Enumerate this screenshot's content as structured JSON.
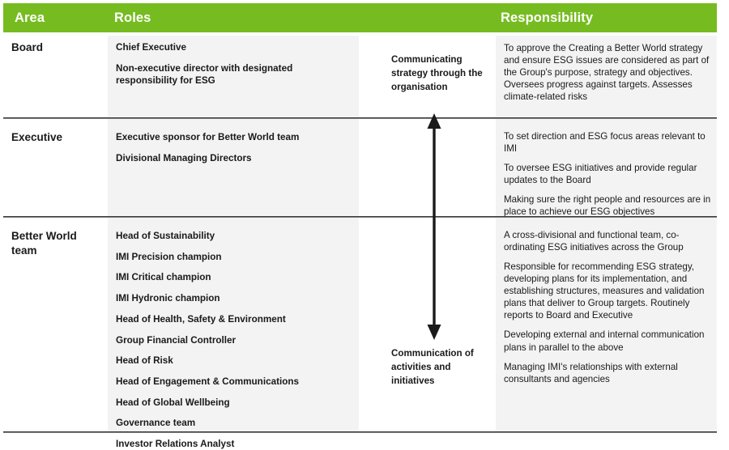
{
  "theme": {
    "header_green": "#76bc21",
    "cell_gray": "#f3f3f3",
    "rule_dark": "#3a3a3a",
    "text": "#1a1a1a",
    "header_text": "#ffffff"
  },
  "header": {
    "area": "Area",
    "roles": "Roles",
    "responsibility": "Responsibility"
  },
  "flow": {
    "top_label": "Communicating strategy through the organisation",
    "bottom_label": "Communication of activities and initiatives",
    "arrow_icon": "double-headed-vertical-arrow-icon"
  },
  "rows": [
    {
      "area": "Board",
      "roles": [
        "Chief Executive",
        "Non-executive director with designated responsibility for ESG"
      ],
      "responsibilities": [
        "To approve the Creating a Better World strategy and ensure ESG issues are considered as part of the Group's purpose, strategy and objectives. Oversees progress against targets. Assesses climate-related risks"
      ]
    },
    {
      "area": "Executive",
      "roles": [
        "Executive sponsor for Better World team",
        "Divisional Managing Directors"
      ],
      "responsibilities": [
        "To set direction and ESG focus areas relevant to IMI",
        "To oversee ESG initiatives and provide regular updates to the Board",
        "Making sure the right people and resources are in place to achieve our ESG objectives"
      ]
    },
    {
      "area": "Better World team",
      "roles": [
        "Head of Sustainability",
        "IMI Precision champion",
        "IMI Critical champion",
        "IMI Hydronic champion",
        "Head of Health, Safety & Environment",
        "Group Financial Controller",
        "Head of Risk",
        "Head of Engagement & Communications",
        "Head of Global Wellbeing",
        "Governance team",
        "Investor Relations Analyst"
      ],
      "responsibilities": [
        "A cross-divisional and functional team, co-ordinating ESG initiatives across the Group",
        "Responsible for recommending ESG strategy, developing plans for its implementation, and establishing structures, measures and validation plans that deliver to Group targets. Routinely reports to Board and Executive",
        "Developing external and internal communication plans in parallel to the above",
        "Managing IMI's relationships with external consultants and agencies"
      ]
    }
  ]
}
